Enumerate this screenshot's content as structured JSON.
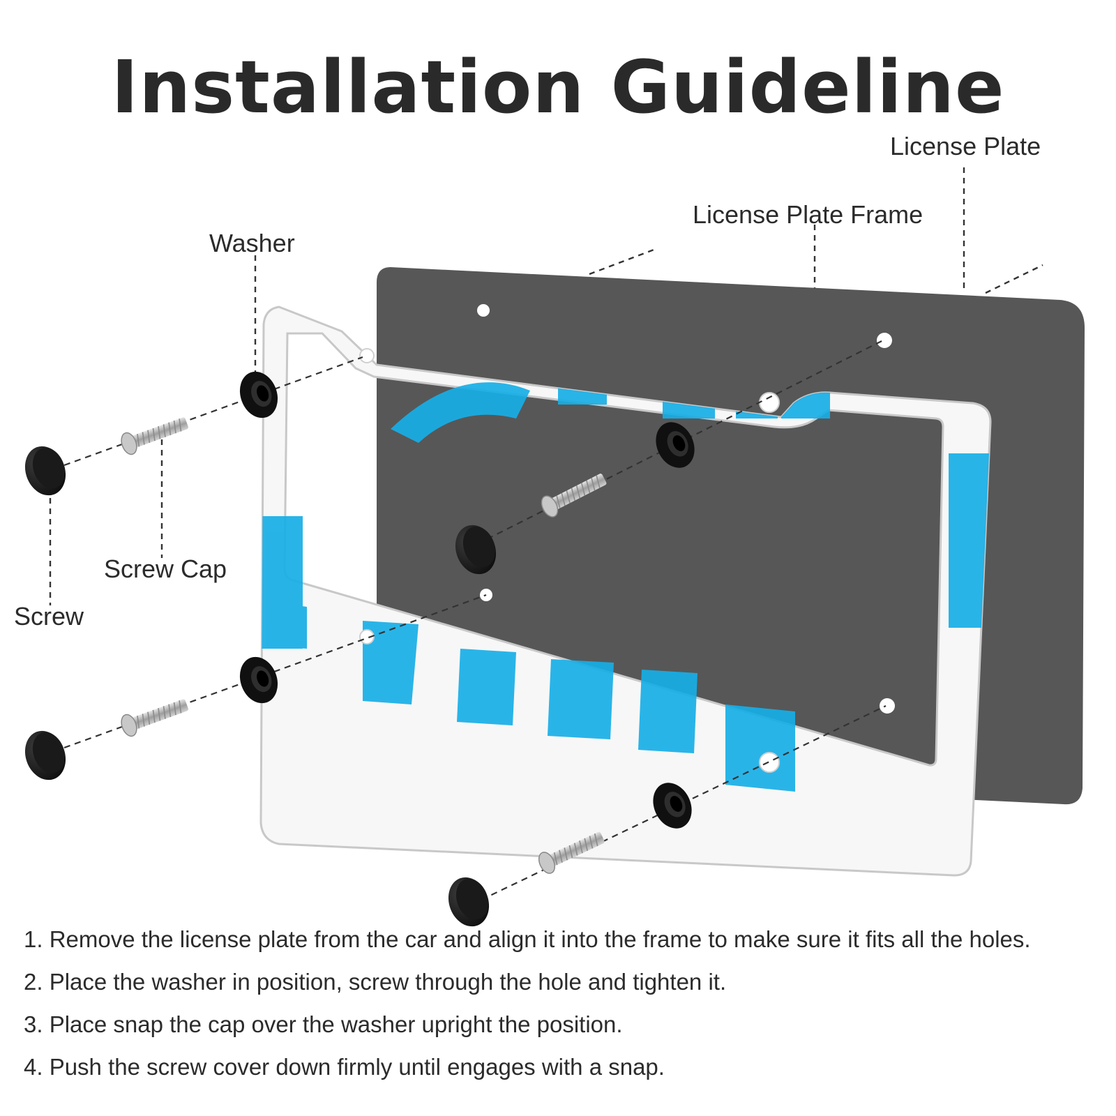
{
  "title": "Installation Guideline",
  "labels": {
    "license_plate": "License Plate",
    "license_plate_frame": "License Plate Frame",
    "washer": "Washer",
    "screw_cap": "Screw Cap",
    "screw": "Screw"
  },
  "steps": [
    "1. Remove the license plate from the car and align it into the frame to make sure it fits all the holes.",
    "2. Place the washer in position, screw through the hole and tighten it.",
    "3. Place snap the cap over the washer upright the position.",
    "4. Push the screw cover down firmly until engages with a snap."
  ],
  "colors": {
    "plate": "#575757",
    "frame": "#f7f7f7",
    "frame_edge": "#c8c8c8",
    "print": "#17aee6",
    "hardware": "#151515",
    "screw": "#b9b9b9",
    "text": "#2b2b2b"
  }
}
